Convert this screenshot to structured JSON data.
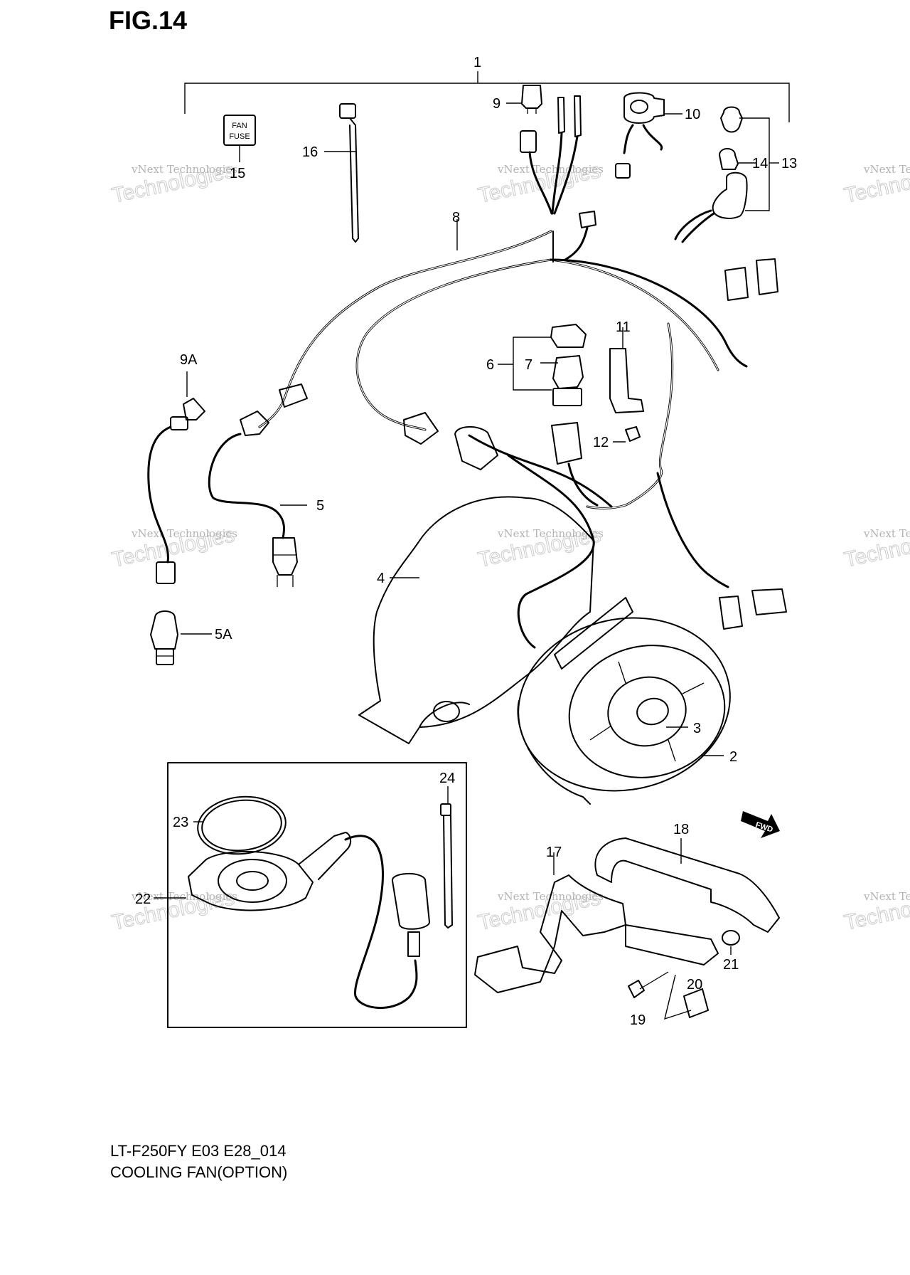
{
  "figure": {
    "title": "FIG.14"
  },
  "fuse_label": {
    "line1": "FAN",
    "line2": "FUSE"
  },
  "forward_badge": "FWD",
  "watermark": {
    "line1": "vNext Technologies",
    "line2": "Technologies"
  },
  "callouts": {
    "c1": "1",
    "c2": "2",
    "c3": "3",
    "c4": "4",
    "c5": "5",
    "c5a": "5A",
    "c6": "6",
    "c7": "7",
    "c8": "8",
    "c9": "9",
    "c9a": "9A",
    "c10": "10",
    "c11": "11",
    "c12": "12",
    "c13": "13",
    "c14": "14",
    "c15": "15",
    "c16": "16",
    "c17": "17",
    "c18": "18",
    "c19": "19",
    "c20": "20",
    "c21": "21",
    "c22": "22",
    "c23": "23",
    "c24": "24"
  },
  "caption": {
    "model": "LT-F250FY E03 E28_014",
    "name": "COOLING FAN(OPTION)"
  }
}
